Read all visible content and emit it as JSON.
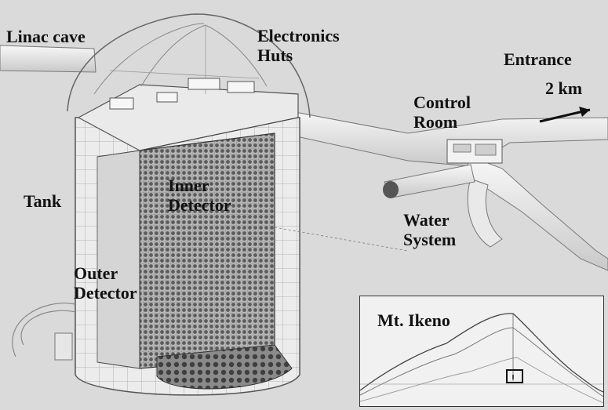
{
  "labels": {
    "linac_cave": "Linac cave",
    "electronics_huts": [
      "Electronics",
      "Huts"
    ],
    "entrance": "Entrance",
    "distance": "2 km",
    "control_room": [
      "Control",
      "Room"
    ],
    "tank": "Tank",
    "inner_detector": [
      "Inner",
      "Detector"
    ],
    "water_system": [
      "Water",
      "System"
    ],
    "outer_detector": [
      "Outer",
      "Detector"
    ]
  },
  "inset": {
    "title": "Mt. Ikeno"
  }
}
